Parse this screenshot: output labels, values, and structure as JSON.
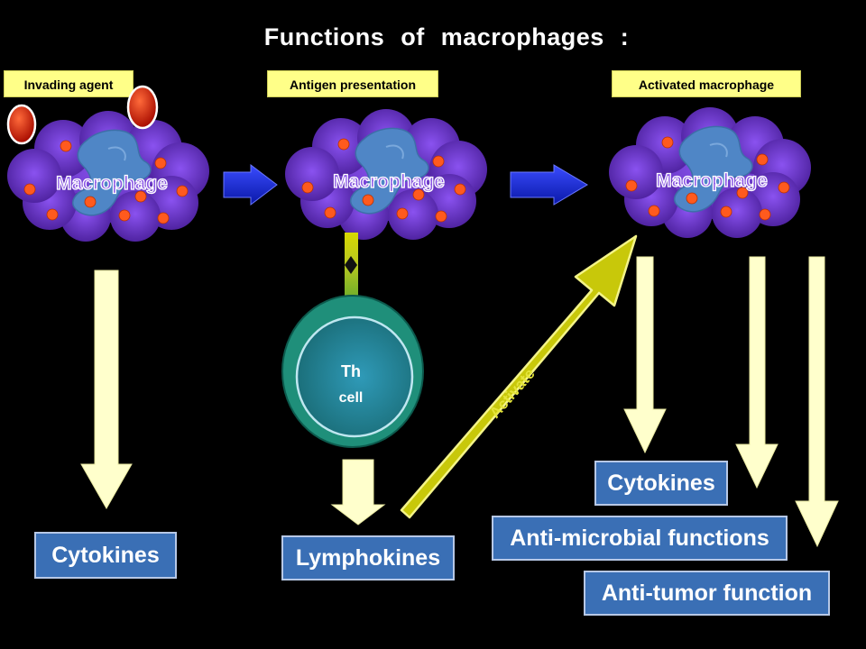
{
  "title": "Functions of macrophages :",
  "labels": {
    "invading_agent": "Invading agent",
    "antigen_presentation": "Antigen presentation",
    "activated_macrophage": "Activated macrophage"
  },
  "cells": {
    "macrophage": "Macrophage",
    "th_line1": "Th",
    "th_line2": "cell"
  },
  "arrow_label": "Activate",
  "outputs": {
    "left_cytokines": "Cytokines",
    "lymphokines": "Lymphokines",
    "right_cytokines": "Cytokines",
    "anti_microbial": "Anti-microbial functions",
    "anti_tumor": "Anti-tumor function"
  },
  "colors": {
    "background": "#000000",
    "macrophage_body": "#6a32c8",
    "nucleus": "#4f86c6",
    "granule": "#ff5a1e",
    "invading_agent": "#dd1a00",
    "label_fill": "#ffff88",
    "output_box": "#3a6fb5",
    "arrow_blue": "#1428d8",
    "th_cell": "#2aa596",
    "activate_arrow": "#c8c80a",
    "down_arrow": "#ffffcc"
  }
}
